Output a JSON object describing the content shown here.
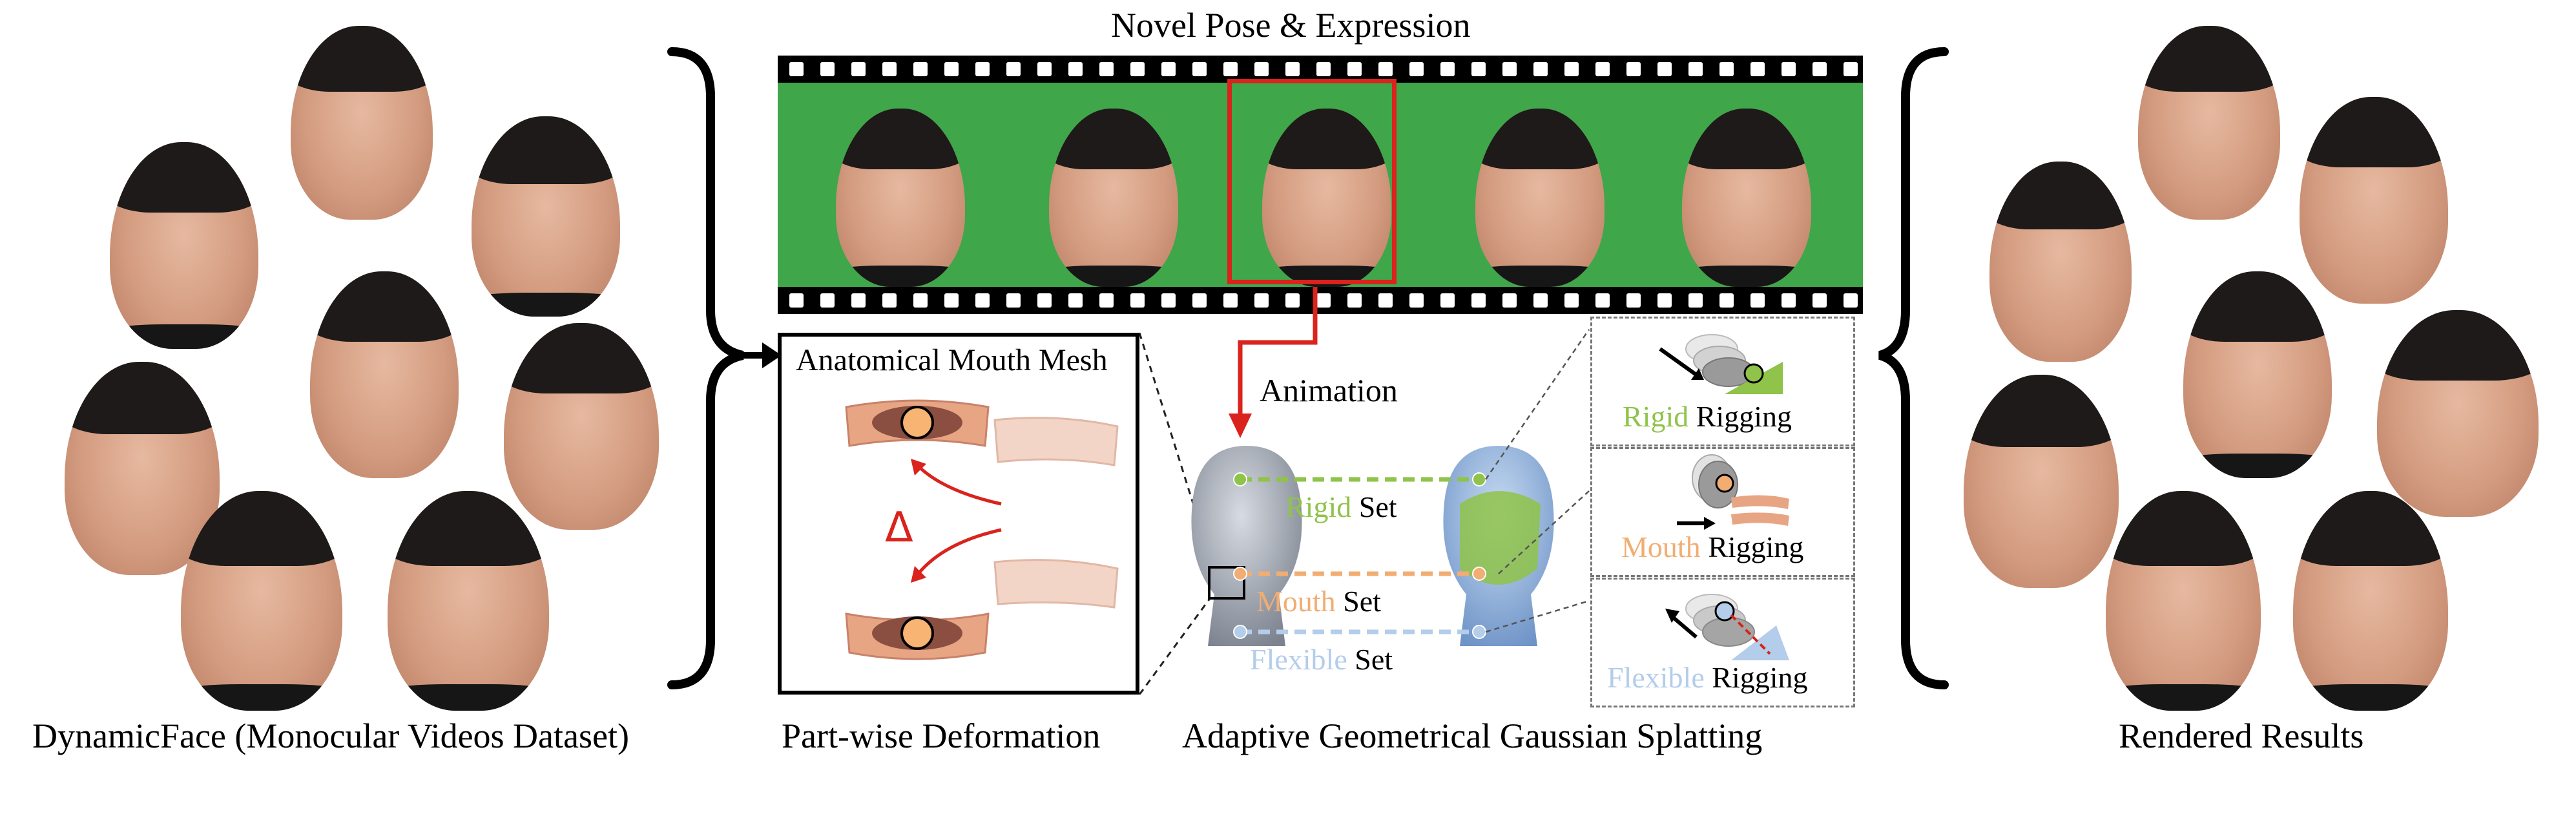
{
  "captions": {
    "left": "DynamicFace (Monocular Videos Dataset)",
    "middle_left": "Part-wise Deformation",
    "middle": "Adaptive Geometrical Gaussian Splatting",
    "right": "Rendered Results",
    "top": "Novel Pose & Expression"
  },
  "mesh_panel": {
    "title": "Anatomical Mouth Mesh",
    "delta": "Δ"
  },
  "animation_label": "Animation",
  "sets": {
    "rigid_color": "Rigid",
    "rigid_rest": " Set",
    "mouth_color": "Mouth",
    "mouth_rest": " Set",
    "flexible_color": "Flexible",
    "flexible_rest": " Set"
  },
  "riggings": {
    "rigid_color": "Rigid",
    "rigid_rest": " Rigging",
    "mouth_color": "Mouth",
    "mouth_rest": " Rigging",
    "flexible_color": "Flexible",
    "flexible_rest": " Rigging"
  },
  "colors": {
    "rigid": "#8fc349",
    "mouth": "#f2ad72",
    "flexible": "#b3cdea",
    "highlight": "#d9231c",
    "film_green": "#3fa64a"
  }
}
